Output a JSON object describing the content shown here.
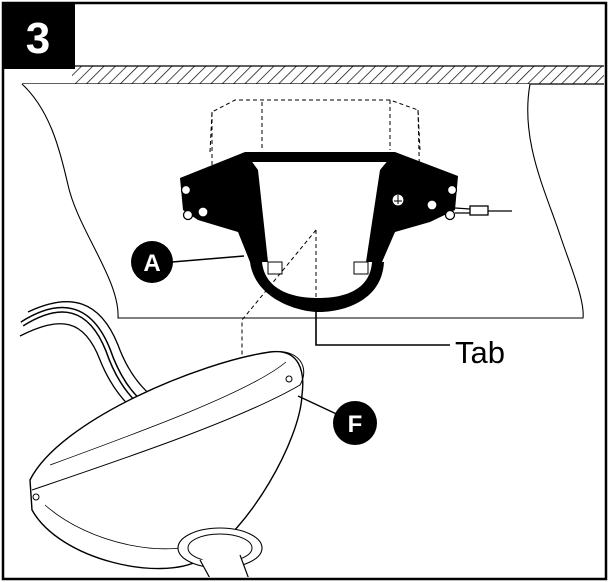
{
  "step": {
    "number": "3"
  },
  "callouts": {
    "bracket": "A",
    "canopy": "F"
  },
  "labels": {
    "tab": "Tab"
  },
  "colors": {
    "ink": "#000000",
    "paper": "#ffffff",
    "hatch": "#000000"
  }
}
